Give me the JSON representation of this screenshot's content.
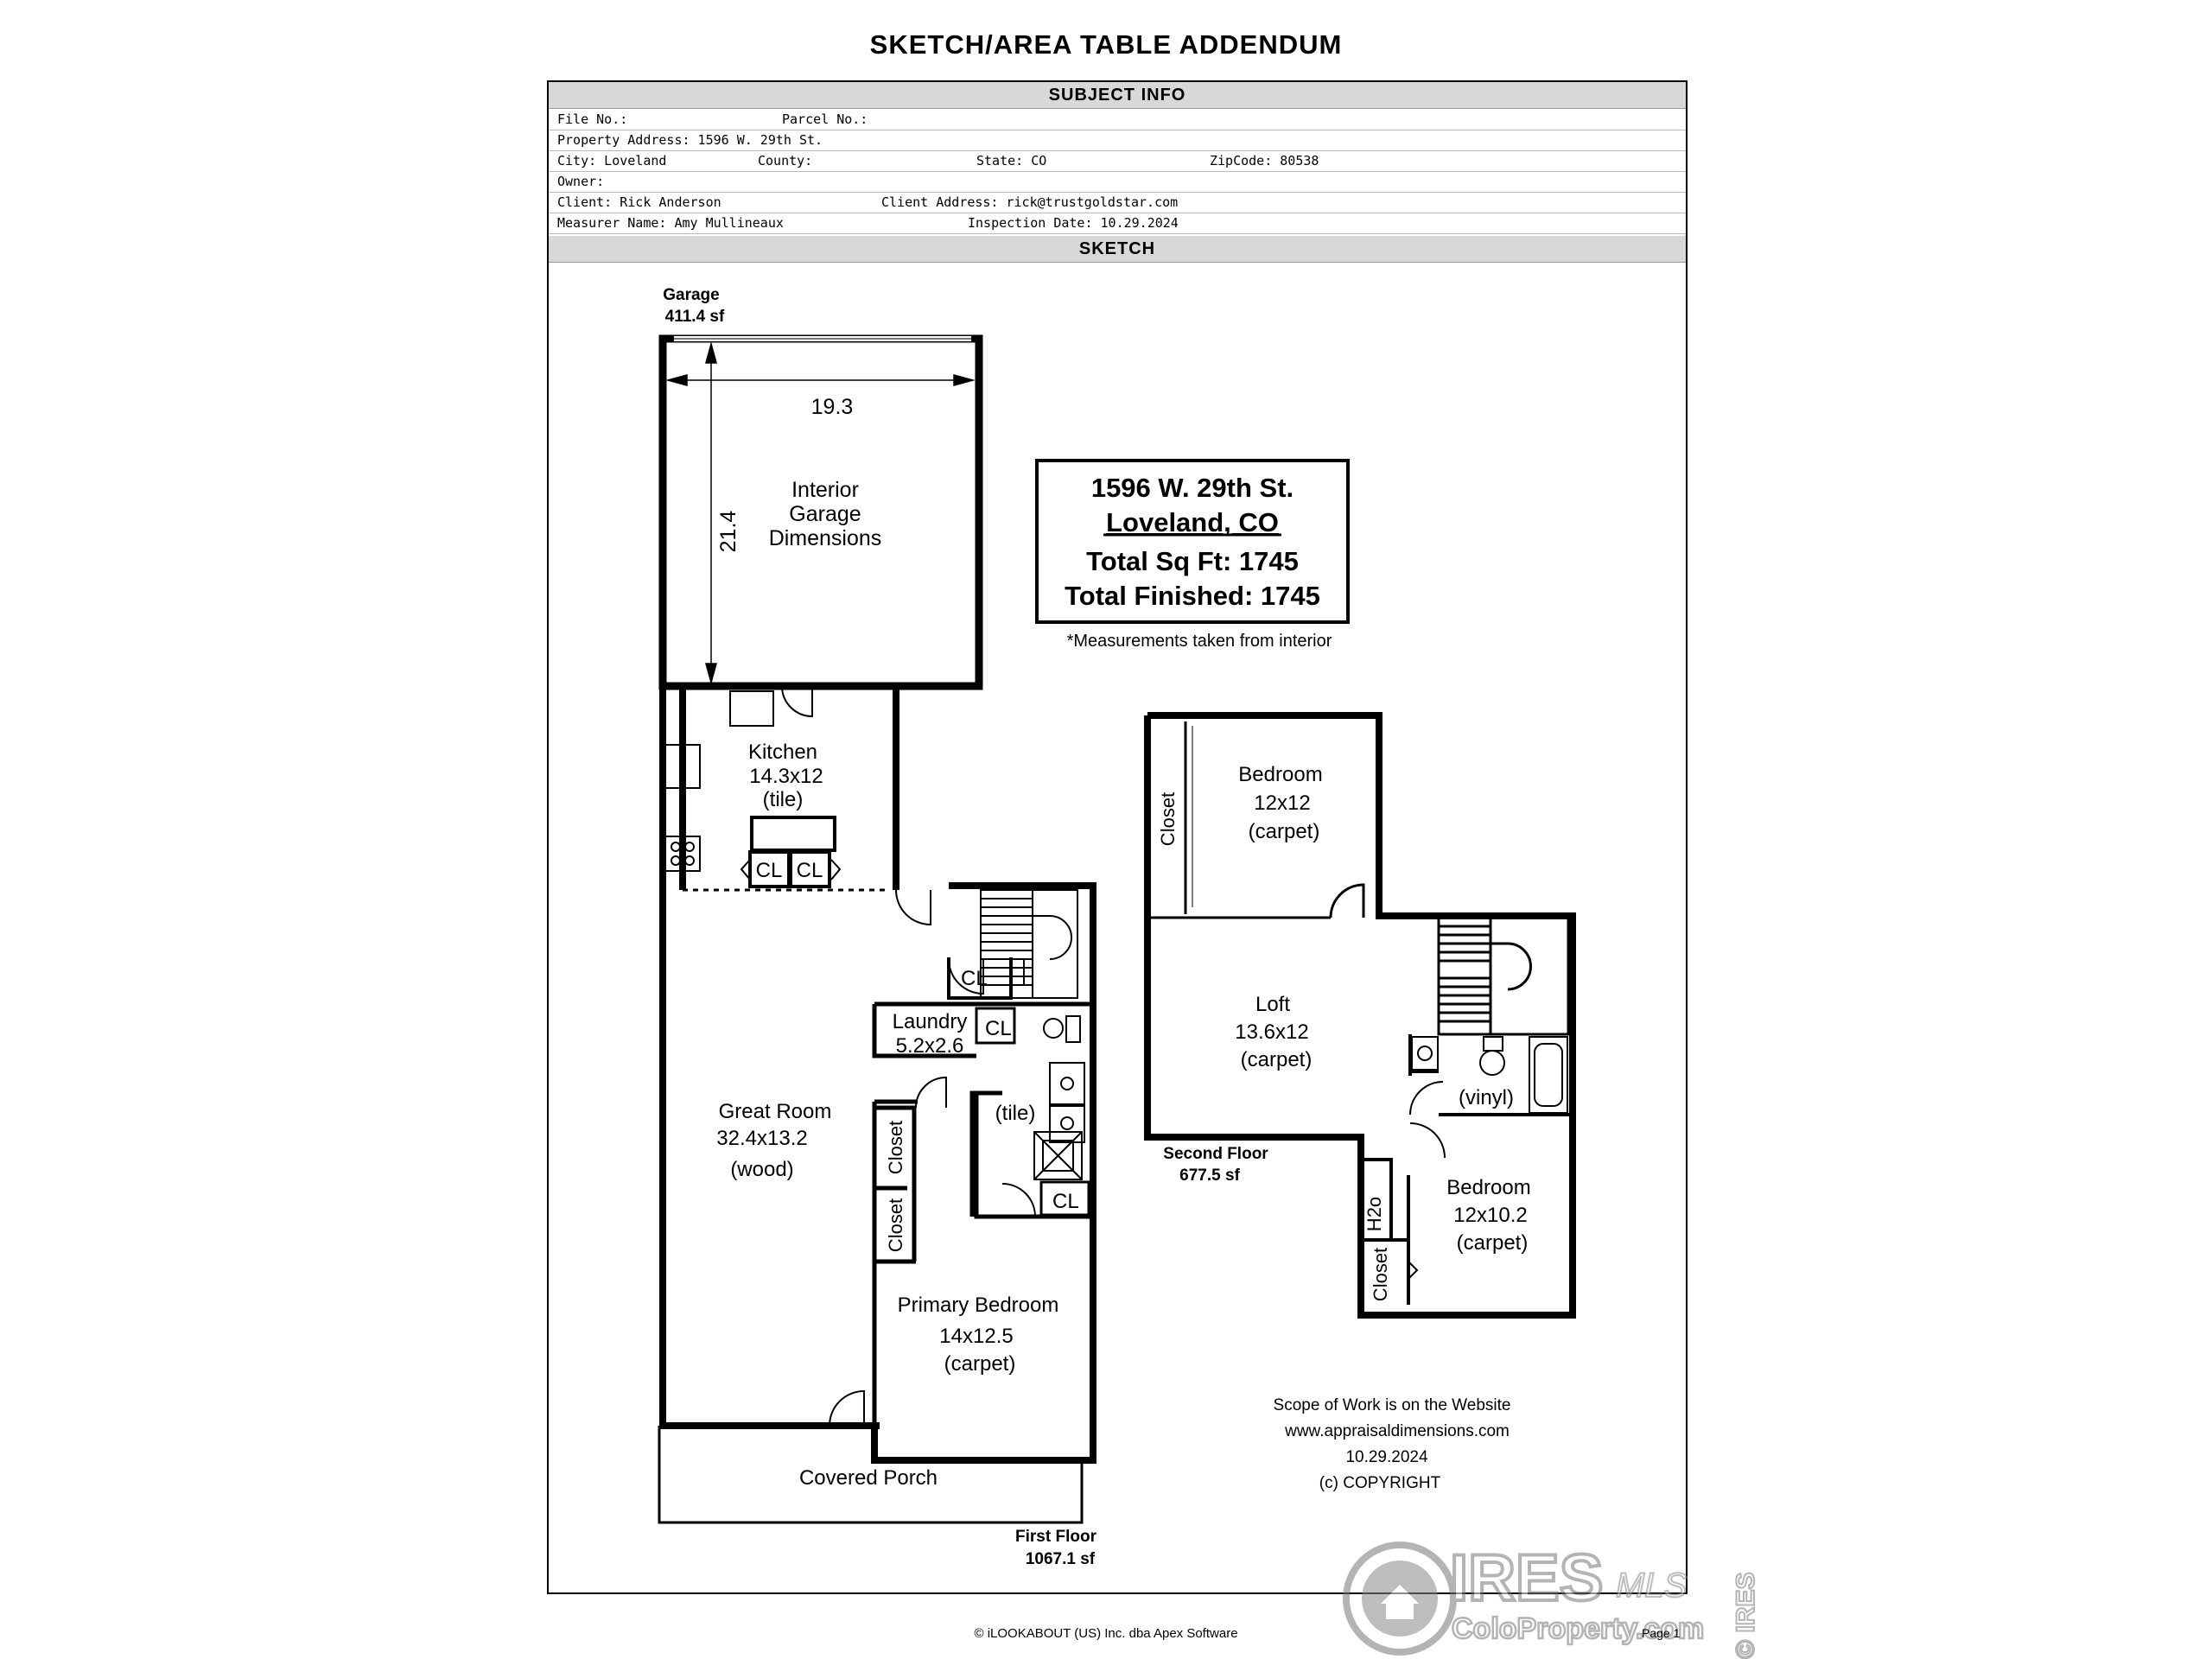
{
  "document": {
    "title": "SKETCH/AREA TABLE ADDENDUM"
  },
  "subject_info": {
    "header": "SUBJECT INFO",
    "file_no": "File No.:",
    "parcel_no": "Parcel No.:",
    "property_address": "Property Address: 1596 W. 29th St.",
    "city": "City: Loveland",
    "county": "County:",
    "state": "State: CO",
    "zipcode": "ZipCode: 80538",
    "owner": "Owner:",
    "client": "Client: Rick Anderson",
    "client_address": "Client Address: rick@trustgoldstar.com",
    "measurer": "Measurer Name: Amy Mullineaux",
    "inspection_date": "Inspection Date: 10.29.2024"
  },
  "sketch": {
    "header": "SKETCH",
    "garage": {
      "label": "Garage",
      "area": "411.4 sf",
      "width": "19.3",
      "depth": "21.4",
      "note_lines": [
        "Interior",
        "Garage",
        "Dimensions"
      ]
    },
    "summary_box": {
      "address": "1596 W. 29th St.",
      "city": "Loveland, CO",
      "total_sqft": "Total Sq Ft:  1745",
      "total_finished": "Total Finished:  1745",
      "note": "*Measurements taken from interior"
    },
    "first_floor": {
      "label": "First Floor",
      "area": "1067.1 sf",
      "kitchen": [
        "Kitchen",
        "14.3x12",
        "(tile)"
      ],
      "great_room": [
        "Great Room",
        "32.4x13.2",
        "(wood)"
      ],
      "laundry": [
        "Laundry",
        "5.2x2.6"
      ],
      "bath_tile": "(tile)",
      "primary_bedroom": [
        "Primary Bedroom",
        "14x12.5",
        "(carpet)"
      ],
      "covered_porch": "Covered Porch",
      "cl": "CL",
      "closet": "Closet"
    },
    "second_floor": {
      "label": "Second Floor",
      "area": "677.5 sf",
      "bedroom1": [
        "Bedroom",
        "12x12",
        "(carpet)"
      ],
      "loft": [
        "Loft",
        "13.6x12",
        "(carpet)"
      ],
      "bath_vinyl": "(vinyl)",
      "bedroom2": [
        "Bedroom",
        "12x10.2",
        "(carpet)"
      ],
      "closet": "Closet",
      "h2o": "H2o"
    },
    "scope": [
      "Scope of Work is on the Website",
      "www.appraisaldimensions.com",
      "10.29.2024",
      "(c) COPYRIGHT"
    ]
  },
  "footer": {
    "copyright": "© iLOOKABOUT (US) Inc. dba Apex Software",
    "page": "Page 1"
  },
  "watermark": {
    "brand": "IRES",
    "mls": "MLS",
    "site": "ColoProperty.com",
    "side": "© IRES"
  }
}
